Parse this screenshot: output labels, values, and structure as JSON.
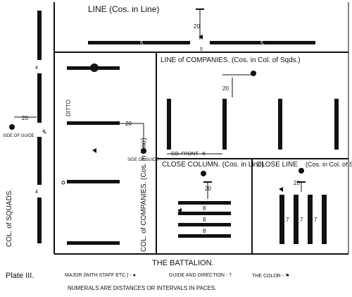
{
  "sections": {
    "line": {
      "title": "LINE (Cos. in Line)",
      "distance": "20",
      "unit_left": "5",
      "unit_right": "5",
      "gap": "5"
    },
    "line_of_companies": {
      "title": "LINE of COMPANIES. (Cos. in Col. of Sqds.)",
      "distance": "20",
      "front": "CO. FRONT - 5 -"
    },
    "col_of_squads": {
      "title": "COL. of SQUADS.",
      "interval_top": "4",
      "interval_mid": "4",
      "interval_bot": "4",
      "guide_distance": "20",
      "side_of_guide": "SIDE OF GUIDE",
      "interval_8": "4"
    },
    "col_of_companies": {
      "title": "COL. of COMPANIES. (Cos. in Line)",
      "ditto": "DITTO",
      "distance": "20",
      "side_of_guide": "SIDE OF GUIDE"
    },
    "close_column": {
      "title": "CLOSE COLUMN. (Cos. in Line)",
      "distance": "20",
      "interval": "8"
    },
    "close_line": {
      "title_left": "CLOSE LINE",
      "title_right": "(Cos. in Col. of Sqds)",
      "distance": "20",
      "interval": "7"
    }
  },
  "caption": {
    "title": "THE BATTALION.",
    "plate": "Plate III.",
    "legend_major": "MAJOR (WITH STAFF ETC.) -",
    "legend_guide": "GUIDE AND DIRECTION -",
    "legend_color": "THE COLOR -",
    "note": "NUMERALS ARE DISTANCES OR INTERVALS IN PACES."
  },
  "colors": {
    "ink": "#111111",
    "paper": "#ffffff"
  }
}
